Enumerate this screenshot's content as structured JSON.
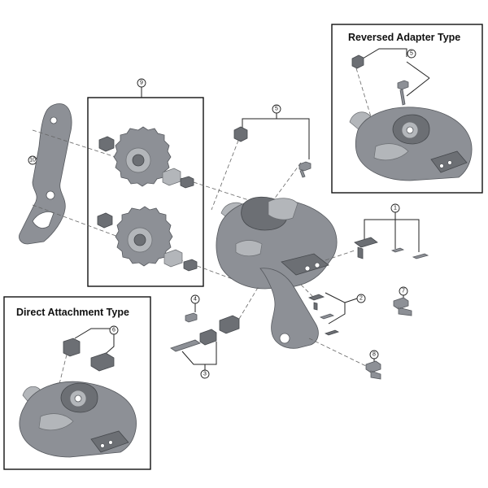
{
  "boxes": {
    "reversed_adapter": {
      "title": "Reversed Adapter Type"
    },
    "direct_attachment": {
      "title": "Direct Attachment Type"
    }
  },
  "callouts": {
    "c1": "1",
    "c2": "2",
    "c3": "3",
    "c5": "5",
    "c5b": "5",
    "c6": "6",
    "c7": "7",
    "c8": "8",
    "c9": "9",
    "c10": "10"
  }
}
